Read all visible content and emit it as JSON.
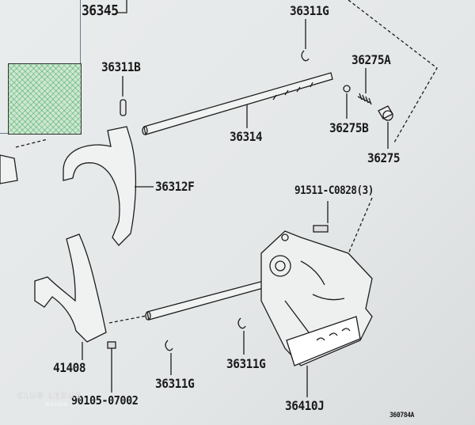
{
  "diagram": {
    "labels": {
      "p36345": "36345",
      "p36311G_top": "36311G",
      "p36311B": "36311B",
      "p36275A": "36275A",
      "p36314": "36314",
      "p36275B": "36275B",
      "p36275": "36275",
      "p36312F": "36312F",
      "p91511": "91511-C0828(3)",
      "p41408": "41408",
      "p36311G_left": "36311G",
      "p36311G_mid": "36311G",
      "p36410J": "36410J",
      "p90105": "90105-07002",
      "ref": "360784A"
    },
    "watermark": {
      "line1": "CLUB LEXUS",
      "line2": "RUSSIA"
    }
  }
}
